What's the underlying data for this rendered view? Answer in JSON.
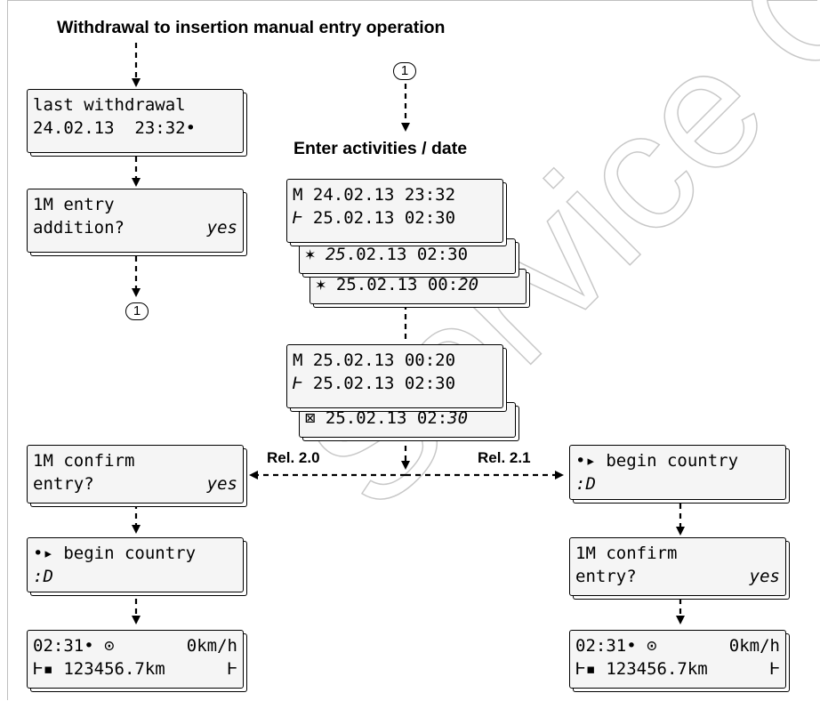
{
  "title": "Withdrawal to insertion manual entry operation",
  "subtitle": "Enter activities / date",
  "rel_left": "Rel. 2.0",
  "rel_right": "Rel. 2.1",
  "connector_label": "1",
  "watermark": "Service Or",
  "displays": {
    "last_withdrawal": {
      "l1": "last withdrawal",
      "l2": "24.02.13  23:32•"
    },
    "entry_addition": {
      "l1": "1M entry",
      "l2a": "addition?",
      "l2b": "yes"
    },
    "act1": {
      "l1": "M 24.02.13 23:32",
      "l2sym": "Ⱶ",
      "l2": " 25.02.13 02:30"
    },
    "act2": {
      "sym": "✶",
      "date_it": "25",
      "rest": ".02.13 02:30"
    },
    "act3": {
      "sym": "✶",
      "main": " 25.02.13 00:",
      "it": "20"
    },
    "act4": {
      "l1": "M 25.02.13 00:20",
      "l2sym": "Ⱶ",
      "l2": " 25.02.13 02:30"
    },
    "act5": {
      "sym": "⊠",
      "main": " 25.02.13 02:",
      "it": "30"
    },
    "confirm_left": {
      "l1": "1M confirm",
      "l2a": "entry?",
      "l2b": "yes"
    },
    "begin_left": {
      "l1": "•▸ begin country",
      "l2": ":D"
    },
    "status_left": {
      "l1a": "02:31• ⊙",
      "l1b": "0km/h",
      "l2a": "Ⱶ▪ 123456.7km",
      "l2b": "Ⱶ"
    },
    "begin_right": {
      "l1": "•▸ begin country",
      "l2": ":D"
    },
    "confirm_right": {
      "l1": "1M confirm",
      "l2a": "entry?",
      "l2b": "yes"
    },
    "status_right": {
      "l1a": "02:31• ⊙",
      "l1b": "0km/h",
      "l2a": "Ⱶ▪ 123456.7km",
      "l2b": "Ⱶ"
    }
  }
}
